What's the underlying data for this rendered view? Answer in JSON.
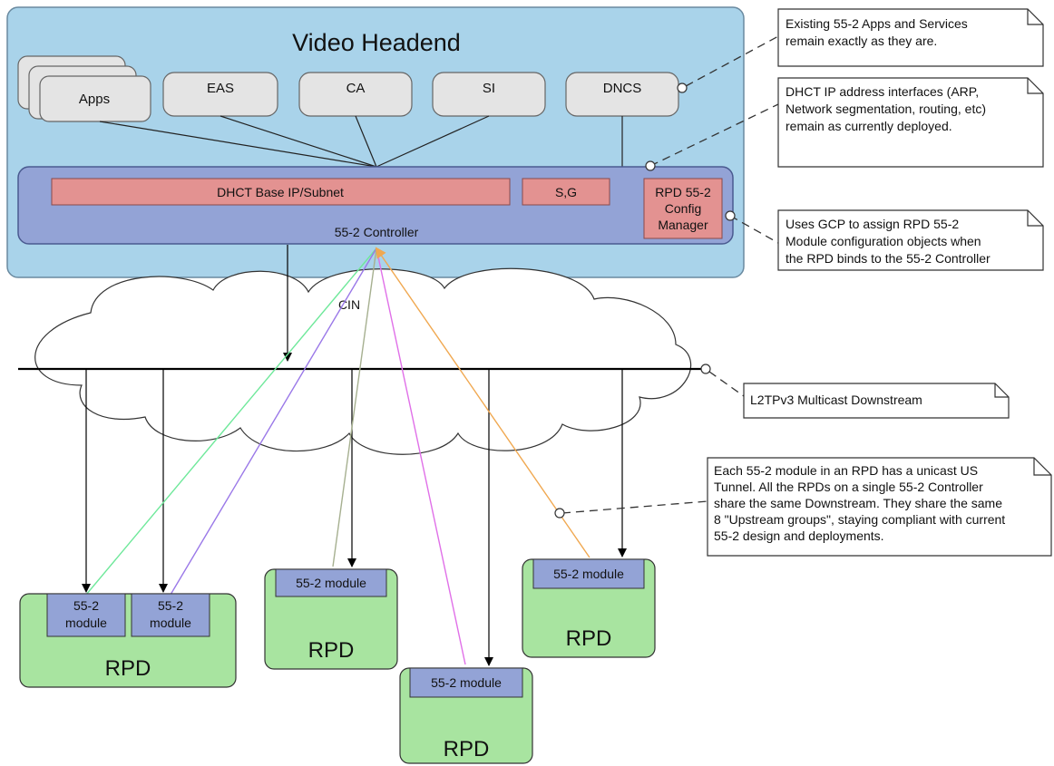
{
  "headend": {
    "title": "Video Headend",
    "fill": "#a9d3ea",
    "apps": [
      "Apps",
      "EAS",
      "CA",
      "SI",
      "DNCS"
    ]
  },
  "controller": {
    "label": "55-2 Controller",
    "fill": "#93a3d6",
    "dhct_label": "DHCT Base IP/Subnet",
    "sg_label": "S,G",
    "config_manager": [
      "RPD 55-2",
      "Config",
      "Manager"
    ],
    "red_fill": "#e39291"
  },
  "cin": {
    "label": "CIN"
  },
  "rpd": {
    "label": "RPD",
    "module_label": "55-2 module",
    "module_label_split": [
      "55-2",
      "module"
    ],
    "fill": "#a8e4a0",
    "module_fill": "#93a3d6"
  },
  "notes": {
    "note1": [
      "Existing 55-2 Apps and Services",
      "remain exactly as they are."
    ],
    "note2": [
      "DHCT IP address interfaces (ARP,",
      "Network segmentation, routing, etc)",
      "remain as currently deployed."
    ],
    "note3": [
      "Uses GCP to assign RPD 55-2",
      "Module configuration objects when",
      "the RPD binds to the 55-2 Controller"
    ],
    "note4": [
      "L2TPv3 Multicast Downstream"
    ],
    "note5": [
      "Each 55-2 module in an RPD has a unicast US",
      "Tunnel.  All the RPDs on a single 55-2 Controller",
      "share the same Downstream.  They share the same",
      "8 \"Upstream groups\", staying compliant with current",
      "55-2 design and deployments."
    ]
  },
  "tunnel_colors": [
    "#6ee89a",
    "#9a78e8",
    "#a6b090",
    "#e070e8",
    "#f0a850"
  ]
}
